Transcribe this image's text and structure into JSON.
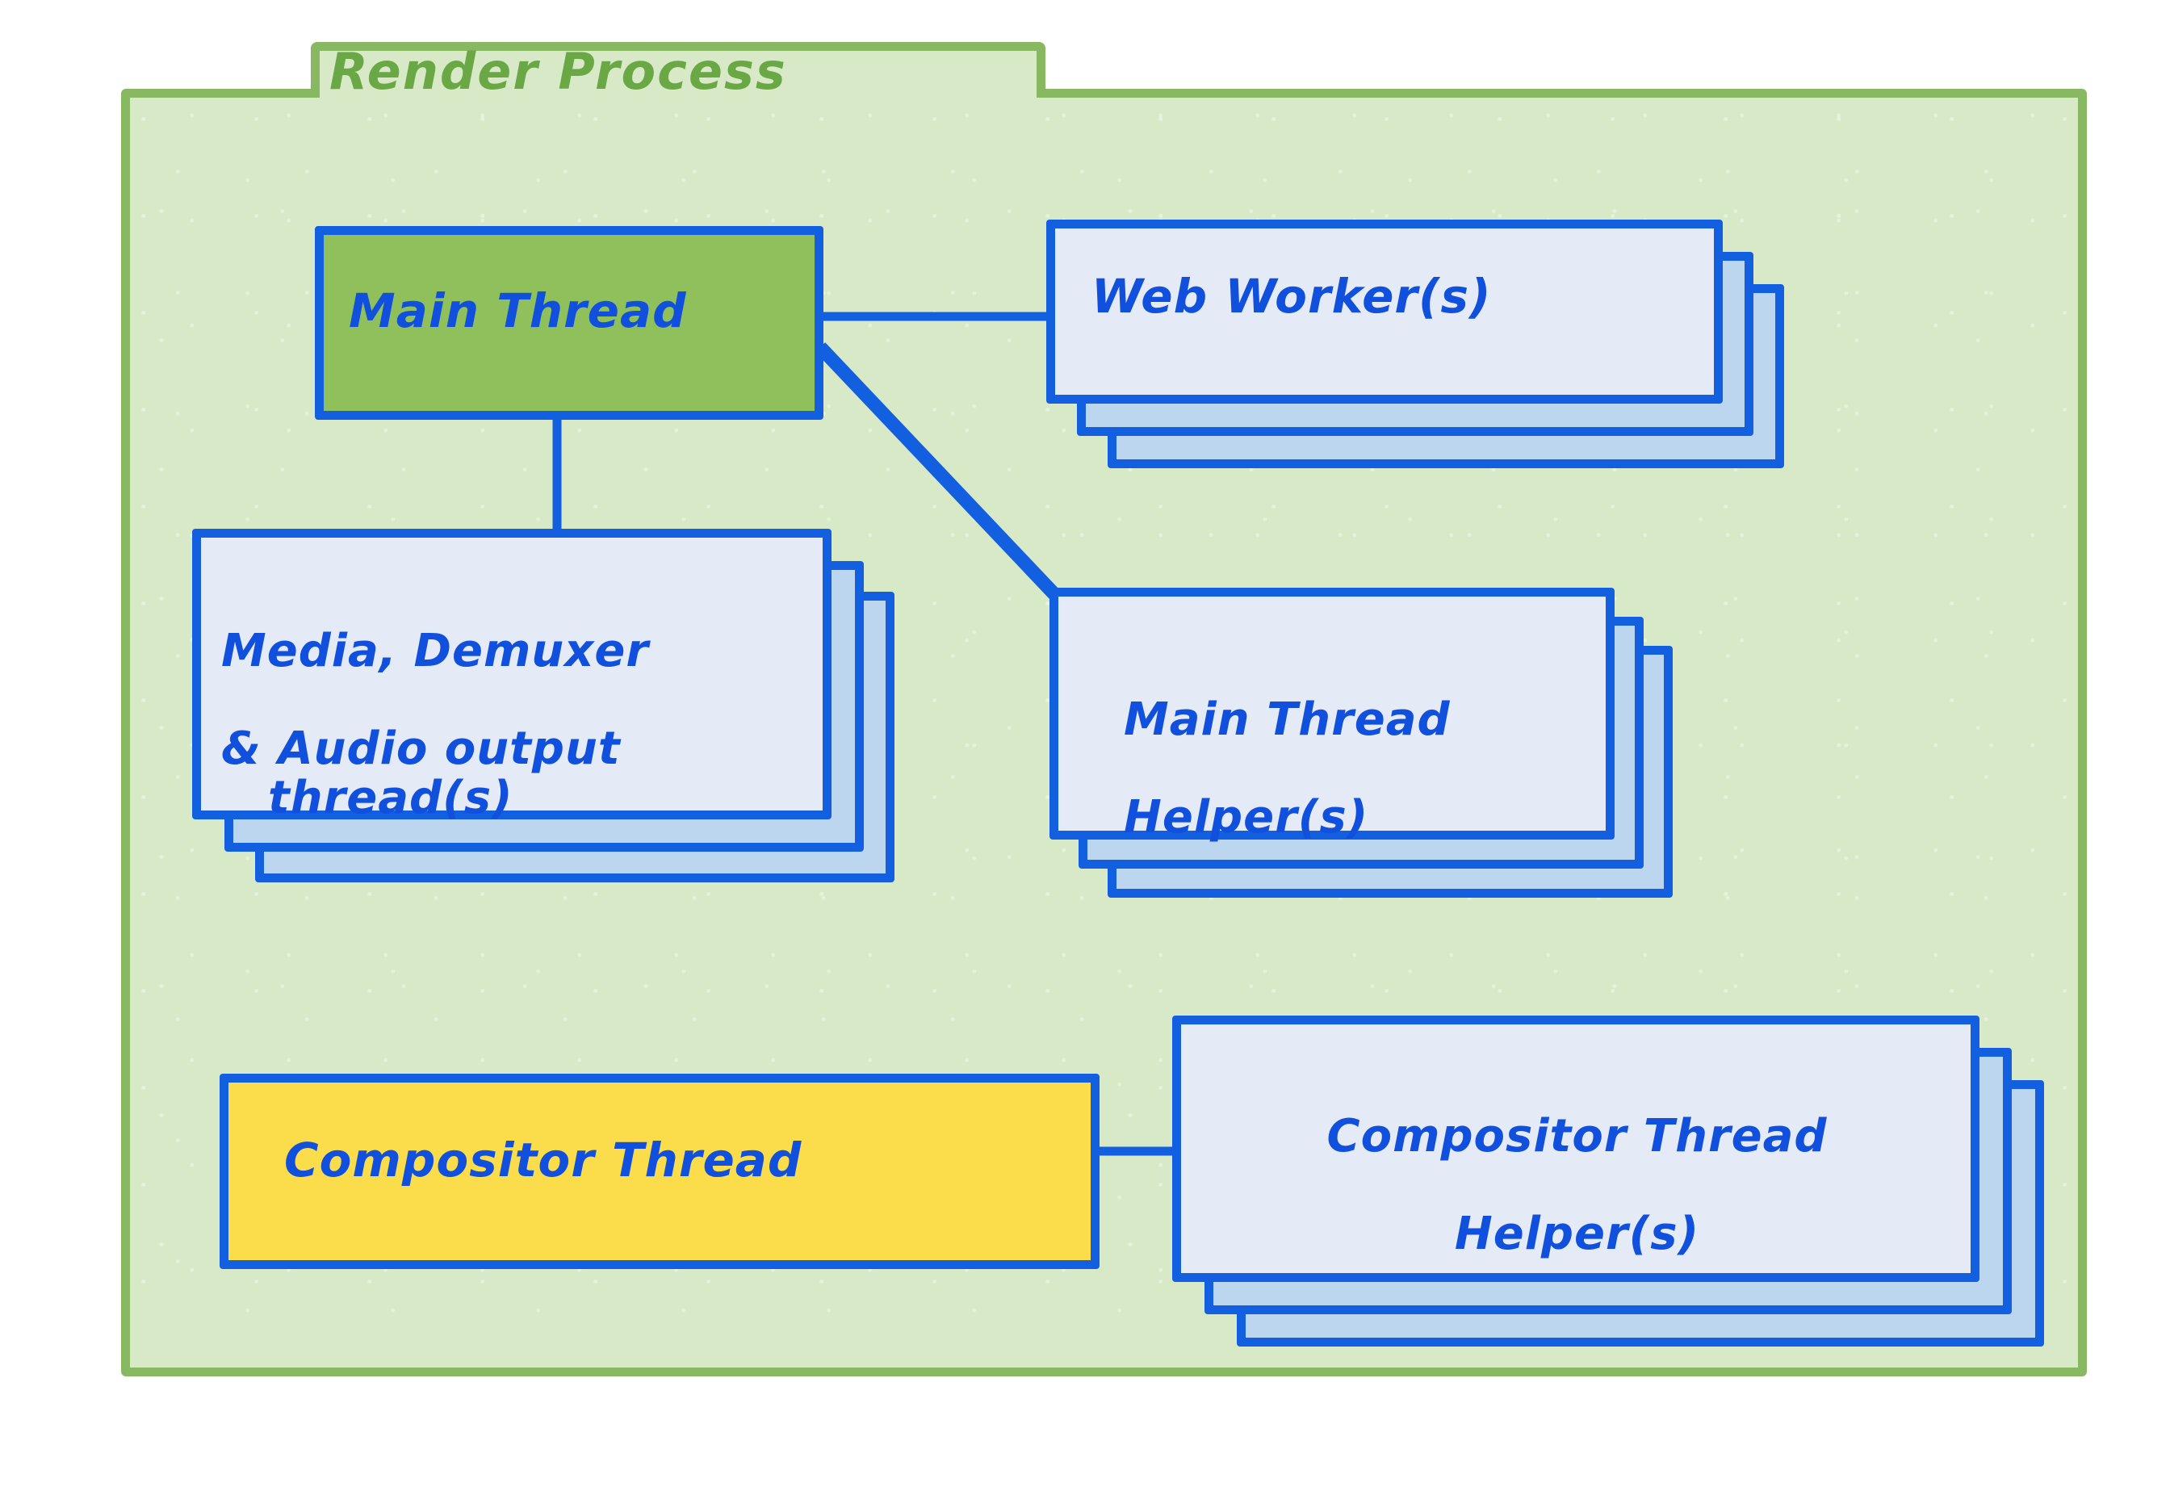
{
  "diagram": {
    "title": "Render Process",
    "title_color": "#6aa845",
    "container_fill": "#d7e9c6",
    "container_border": "#88b862",
    "node_border": "#1260e0",
    "node_text": "#1050dd",
    "card_front_fill": "#e4eaf6",
    "card_back_fill": "#bcd6ef",
    "main_thread_fill": "#8fc05c",
    "compositor_fill": "#fbdd4b"
  },
  "nodes": {
    "main_thread": {
      "label": "Main Thread",
      "stacked": false,
      "fill": "green"
    },
    "web_worker": {
      "label": "Web Worker(s)",
      "stacked": true,
      "copies": 3,
      "fill": "light"
    },
    "media_thread": {
      "label_line1": "Media, Demuxer",
      "label_line2": "& Audio output",
      "label_line3": "thread(s)",
      "stacked": true,
      "copies": 3,
      "fill": "light"
    },
    "main_thread_helper": {
      "label_line1": "Main Thread",
      "label_line2": "Helper(s)",
      "stacked": true,
      "copies": 3,
      "fill": "light"
    },
    "compositor_thread": {
      "label": "Compositor Thread",
      "stacked": false,
      "fill": "yellow"
    },
    "compositor_thread_helper": {
      "label_line1": "Compositor Thread",
      "label_line2": "Helper(s)",
      "stacked": true,
      "copies": 3,
      "fill": "light"
    }
  },
  "connections": [
    {
      "from": "main_thread",
      "to": "web_worker",
      "style": "horizontal"
    },
    {
      "from": "main_thread",
      "to": "media_thread",
      "style": "vertical"
    },
    {
      "from": "main_thread",
      "to": "main_thread_helper",
      "style": "diagonal"
    },
    {
      "from": "compositor_thread",
      "to": "compositor_thread_helper",
      "style": "horizontal"
    }
  ]
}
